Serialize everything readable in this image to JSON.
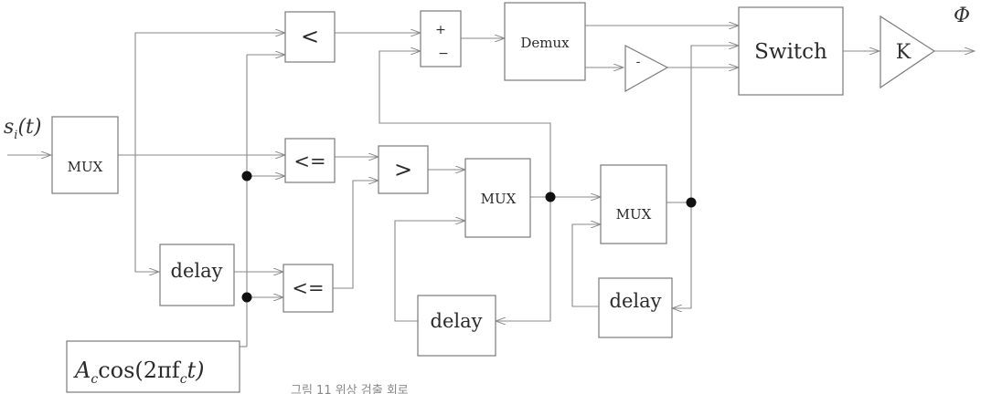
{
  "blocks": {
    "mux1": "MUX",
    "delay1": "delay",
    "lt": "<",
    "le1": "<=",
    "le2": "<=",
    "sum_plus": "+",
    "sum_minus": "−",
    "gt": ">",
    "demux": "Demux",
    "mux2": "MUX",
    "delay2": "delay",
    "mux3": "MUX",
    "delay3": "delay",
    "switch": "Switch",
    "gain_k": "K",
    "amp_sign": "-"
  },
  "labels": {
    "input_base": "s",
    "input_sub": "i",
    "input_arg": "(t)",
    "output": "Φ",
    "carrier_a": "A",
    "carrier_c": "c",
    "carrier_rest": "cos(2πf",
    "carrier_fc": "c",
    "carrier_end": "t)",
    "caption": "그림 11  위상 검출 회로"
  }
}
